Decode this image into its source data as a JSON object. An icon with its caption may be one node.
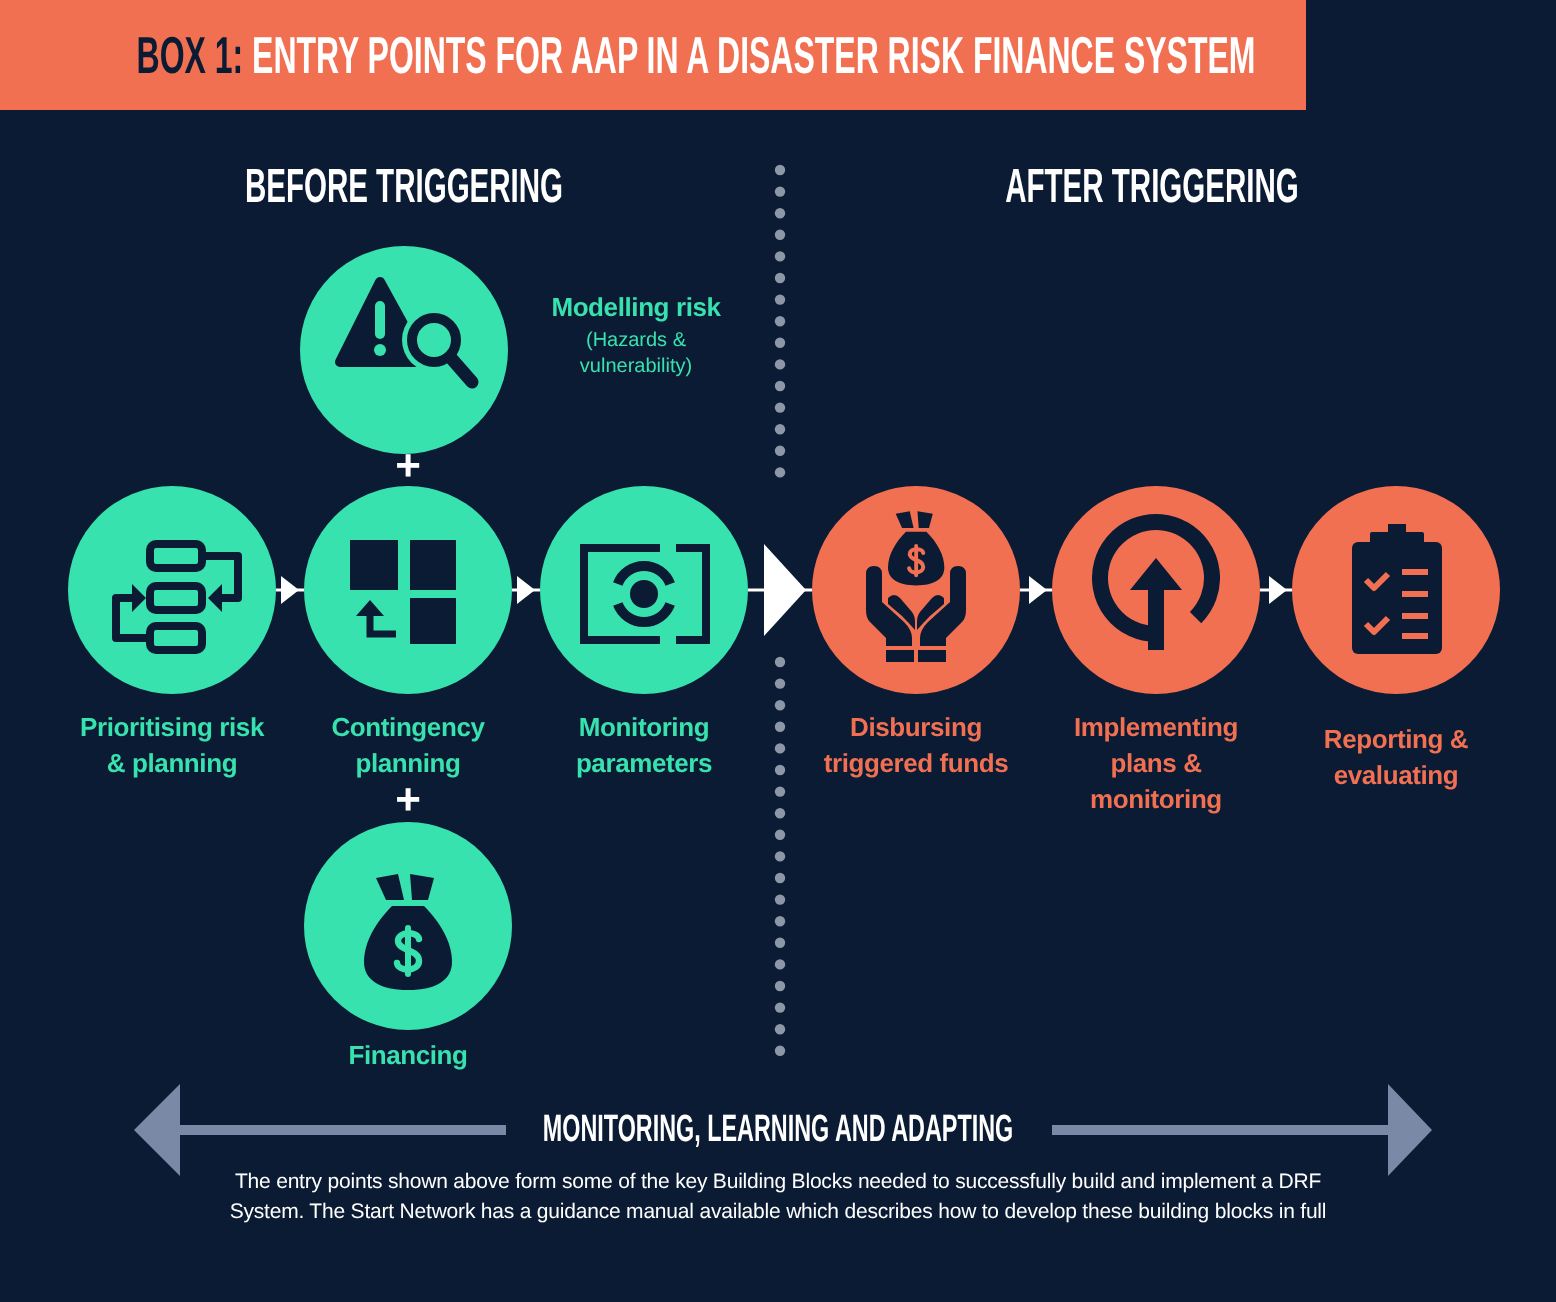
{
  "diagram": {
    "title": "**BOX 1:** ENTRY POINTS FOR AAP IN A DISASTER RISK FINANCE SYSTEM",
    "caption": "The entry points shown above form some of the key Building Blocks needed to successfully build and implement a DRF System. The Start Network has a guidance manual available which describes how to develop these building blocks in full",
    "nodes": [
      {
        "text": [
          "Modelling risk",
          "(Hazards & vulnerability)"
        ]
      },
      {
        "text": [
          "Prioritising risk & planning"
        ]
      },
      {
        "text": [
          "Contingency planning"
        ]
      },
      {
        "text": [
          "Monitoring parameters"
        ]
      },
      {
        "text": [
          "Disbursing triggered funds"
        ]
      },
      {
        "text": [
          "Implementing plans & monitoring"
        ]
      },
      {
        "text": [
          "Reporting & evaluating"
        ]
      },
      {
        "text": [
          "Financing"
        ]
      }
    ],
    "edges": [
      {
        "from": 1,
        "to": 2,
        "arrow": "to"
      },
      {
        "from": 2,
        "to": 3,
        "arrow": "to"
      },
      {
        "from": 3,
        "to": 4,
        "arrow": "to"
      },
      {
        "from": 4,
        "to": 5,
        "arrow": "to"
      },
      {
        "from": 5,
        "to": 6,
        "arrow": "to"
      }
    ],
    "labels": [
      "BEFORE TRIGGERING",
      "AFTER TRIGGERING",
      "+",
      "+",
      "MONITORING, LEARNING AND ADAPTING"
    ]
  }
}
